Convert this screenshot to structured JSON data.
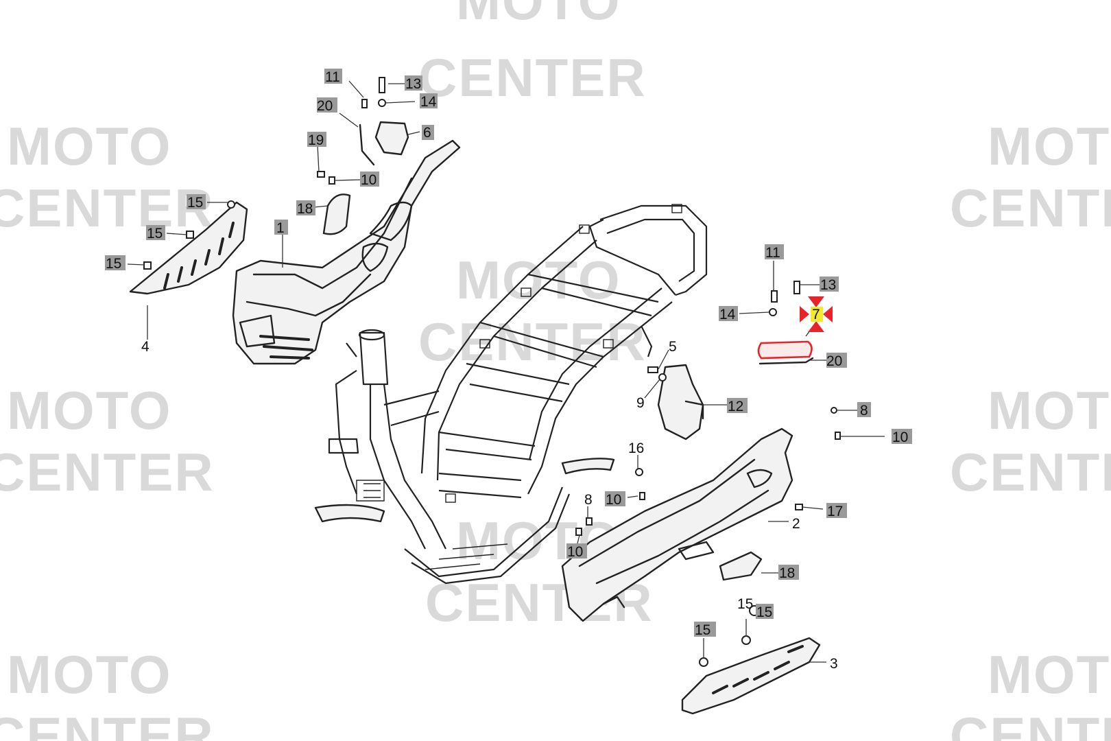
{
  "diagram": {
    "watermark_text": [
      "MOTO",
      "CENTER"
    ],
    "highlighted_part": "7",
    "highlight_colors": {
      "label_bg": "#f2ea2a",
      "arrows": "#e8242b",
      "part_outline": "#e8242b"
    },
    "callouts": {
      "c11a": "11",
      "c13a": "13",
      "c14a": "14",
      "c20a": "20",
      "c6": "6",
      "c19": "19",
      "c10a": "10",
      "c18a": "18",
      "c1": "1",
      "c15a": "15",
      "c15b": "15",
      "c15c": "15",
      "c4": "4",
      "c11b": "11",
      "c13b": "13",
      "c14b": "14",
      "c7": "7",
      "c20b": "20",
      "c5": "5",
      "c9": "9",
      "c12": "12",
      "c8a": "8",
      "c10b": "10",
      "c16": "16",
      "c10c": "10",
      "c8b": "8",
      "c10d": "10",
      "c17": "17",
      "c2": "2",
      "c18b": "18",
      "c15d": "15",
      "c15e": "15",
      "c15f": "15",
      "c3": "3"
    }
  }
}
